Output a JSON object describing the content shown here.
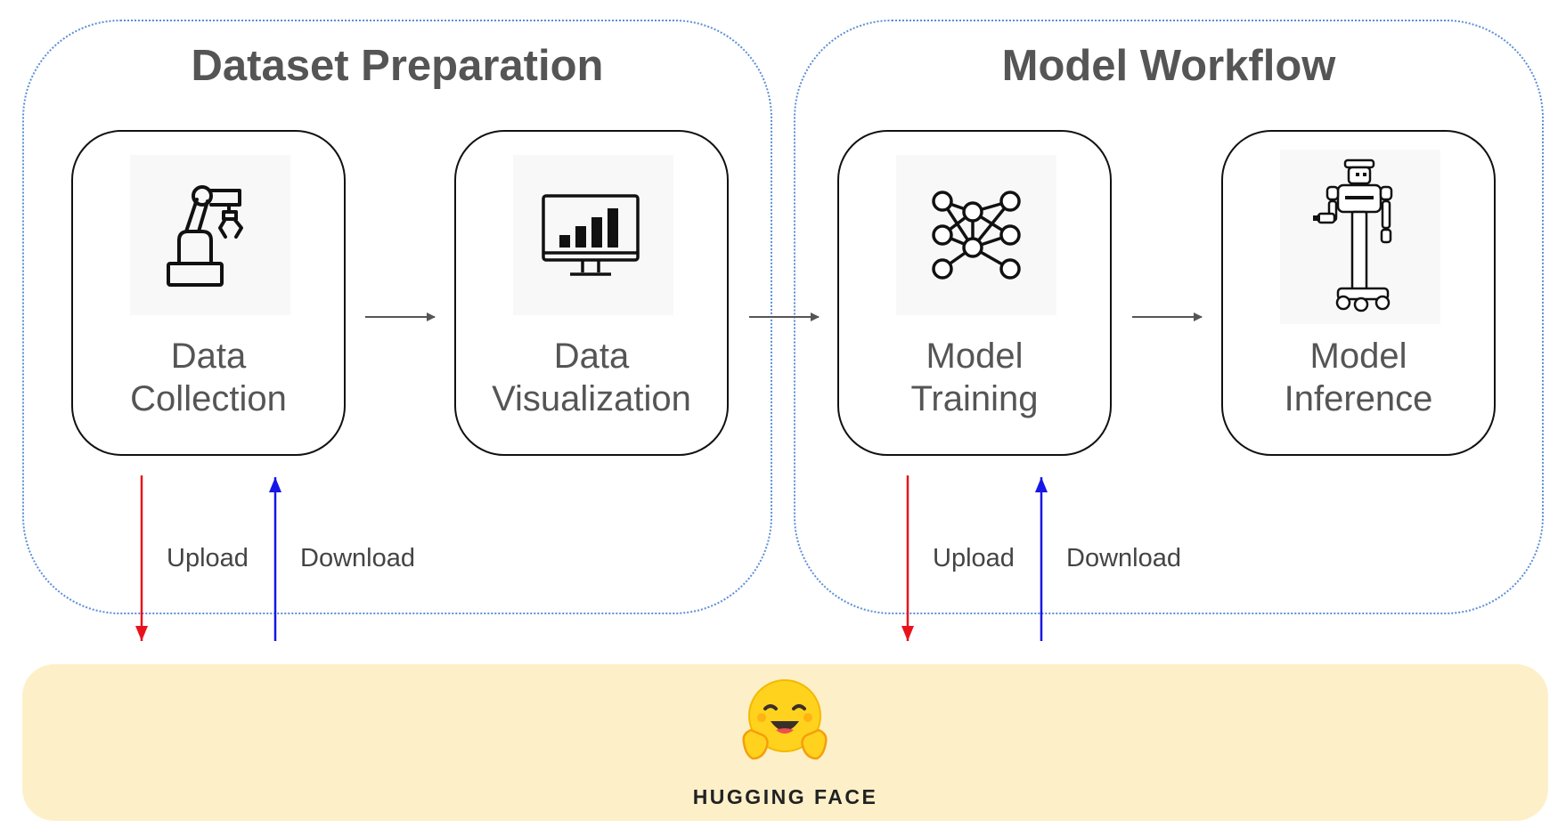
{
  "groups": {
    "dataset": {
      "title": "Dataset Preparation"
    },
    "model": {
      "title": "Model Workflow"
    }
  },
  "cards": {
    "data_collection": {
      "line1": "Data",
      "line2": "Collection",
      "icon": "robot-arm-icon"
    },
    "data_visualization": {
      "line1": "Data",
      "line2": "Visualization",
      "icon": "bar-chart-monitor-icon"
    },
    "model_training": {
      "line1": "Model",
      "line2": "Training",
      "icon": "neural-network-icon"
    },
    "model_inference": {
      "line1": "Model",
      "line2": "Inference",
      "icon": "humanoid-robot-icon"
    }
  },
  "arrows": {
    "dataset_upload": "Upload",
    "dataset_download": "Download",
    "model_upload": "Upload",
    "model_download": "Download"
  },
  "hub": {
    "name": "HUGGING FACE",
    "logo": "hugging-face-logo"
  },
  "colors": {
    "upload": "#e8141b",
    "download": "#1616e6",
    "group_border": "#5b8fd6",
    "hub_background": "#fdf0c9"
  }
}
